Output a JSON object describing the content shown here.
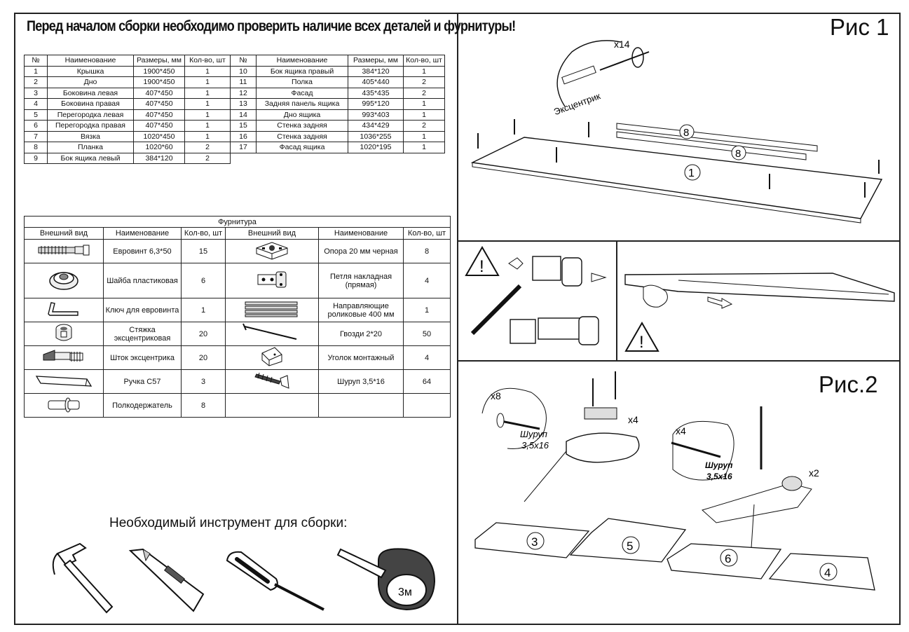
{
  "heading": "Перед началом сборки необходимо проверить наличие всех деталей и фурнитуры!",
  "parts_table": {
    "headers": [
      "№",
      "Наименование",
      "Размеры, мм",
      "Кол-во, шт"
    ],
    "left_rows": [
      [
        "1",
        "Крышка",
        "1900*450",
        "1"
      ],
      [
        "2",
        "Дно",
        "1900*450",
        "1"
      ],
      [
        "3",
        "Боковина левая",
        "407*450",
        "1"
      ],
      [
        "4",
        "Боковина правая",
        "407*450",
        "1"
      ],
      [
        "5",
        "Перегородка левая",
        "407*450",
        "1"
      ],
      [
        "6",
        "Перегородка правая",
        "407*450",
        "1"
      ],
      [
        "7",
        "Вязка",
        "1020*450",
        "1"
      ],
      [
        "8",
        "Планка",
        "1020*60",
        "2"
      ],
      [
        "9",
        "Бок ящика левый",
        "384*120",
        "2"
      ]
    ],
    "right_rows": [
      [
        "10",
        "Бок ящика правый",
        "384*120",
        "1"
      ],
      [
        "11",
        "Полка",
        "405*440",
        "2"
      ],
      [
        "12",
        "Фасад",
        "435*435",
        "2"
      ],
      [
        "13",
        "Задняя панель ящика",
        "995*120",
        "1"
      ],
      [
        "14",
        "Дно ящика",
        "993*403",
        "1"
      ],
      [
        "15",
        "Стенка задняя",
        "434*429",
        "2"
      ],
      [
        "16",
        "Стенка задняя",
        "1036*255",
        "1"
      ],
      [
        "17",
        "Фасад ящика",
        "1020*195",
        "1"
      ]
    ]
  },
  "hardware_table": {
    "caption": "Фурнитура",
    "headers": [
      "Внешний вид",
      "Наименование",
      "Кол-во, шт",
      "Внешний вид",
      "Наименование",
      "Кол-во, шт"
    ],
    "rows": [
      {
        "left_icon": "euroscrew-icon",
        "left_name": "Евровинт 6,3*50",
        "left_qty": "15",
        "right_icon": "support-foot-icon",
        "right_name": "Опора 20 мм черная",
        "right_qty": "8"
      },
      {
        "left_icon": "washer-icon",
        "left_name": "Шайба пластиковая",
        "left_qty": "6",
        "right_icon": "hinge-icon",
        "right_name": "Петля накладная (прямая)",
        "right_qty": "4"
      },
      {
        "left_icon": "hex-key-icon",
        "left_name": "Ключ для евровинта",
        "left_qty": "1",
        "right_icon": "drawer-slides-icon",
        "right_name": "Направляющие роликовые 400 мм",
        "right_qty": "1"
      },
      {
        "left_icon": "cam-lock-icon",
        "left_name": "Стяжка эксцентриковая",
        "left_qty": "20",
        "right_icon": "nail-icon",
        "right_name": "Гвозди 2*20",
        "right_qty": "50"
      },
      {
        "left_icon": "cam-bolt-icon",
        "left_name": "Шток эксцентрика",
        "left_qty": "20",
        "right_icon": "corner-bracket-icon",
        "right_name": "Уголок монтажный",
        "right_qty": "4"
      },
      {
        "left_icon": "handle-icon",
        "left_name": "Ручка С57",
        "left_qty": "3",
        "right_icon": "wood-screw-icon",
        "right_name": "Шуруп 3,5*16",
        "right_qty": "64"
      },
      {
        "left_icon": "shelf-pin-icon",
        "left_name": "Полкодержатель",
        "left_qty": "8",
        "right_icon": "",
        "right_name": "",
        "right_qty": ""
      }
    ]
  },
  "tools": {
    "title": "Необходимый инструмент для сборки:",
    "items": [
      "hammer-icon",
      "utility-knife-icon",
      "screwdriver-icon",
      "tape-measure-icon"
    ],
    "tape_label": "3м"
  },
  "fig1": {
    "label": "Рис 1",
    "count": "x14",
    "cam_label": "Эксцентрик",
    "part_top": "1",
    "part_strip": "8"
  },
  "fig2": {
    "label": "Рис.2",
    "count_screws": "x8",
    "count_hinge": "x4",
    "count_screws2": "x4",
    "count_foot": "x2",
    "screw_label_line1": "Шуруп",
    "screw_label_line2": "3,5x16",
    "panel_3": "3",
    "panel_5": "5",
    "panel_6": "6",
    "panel_4": "4"
  },
  "warning_symbol": "!"
}
